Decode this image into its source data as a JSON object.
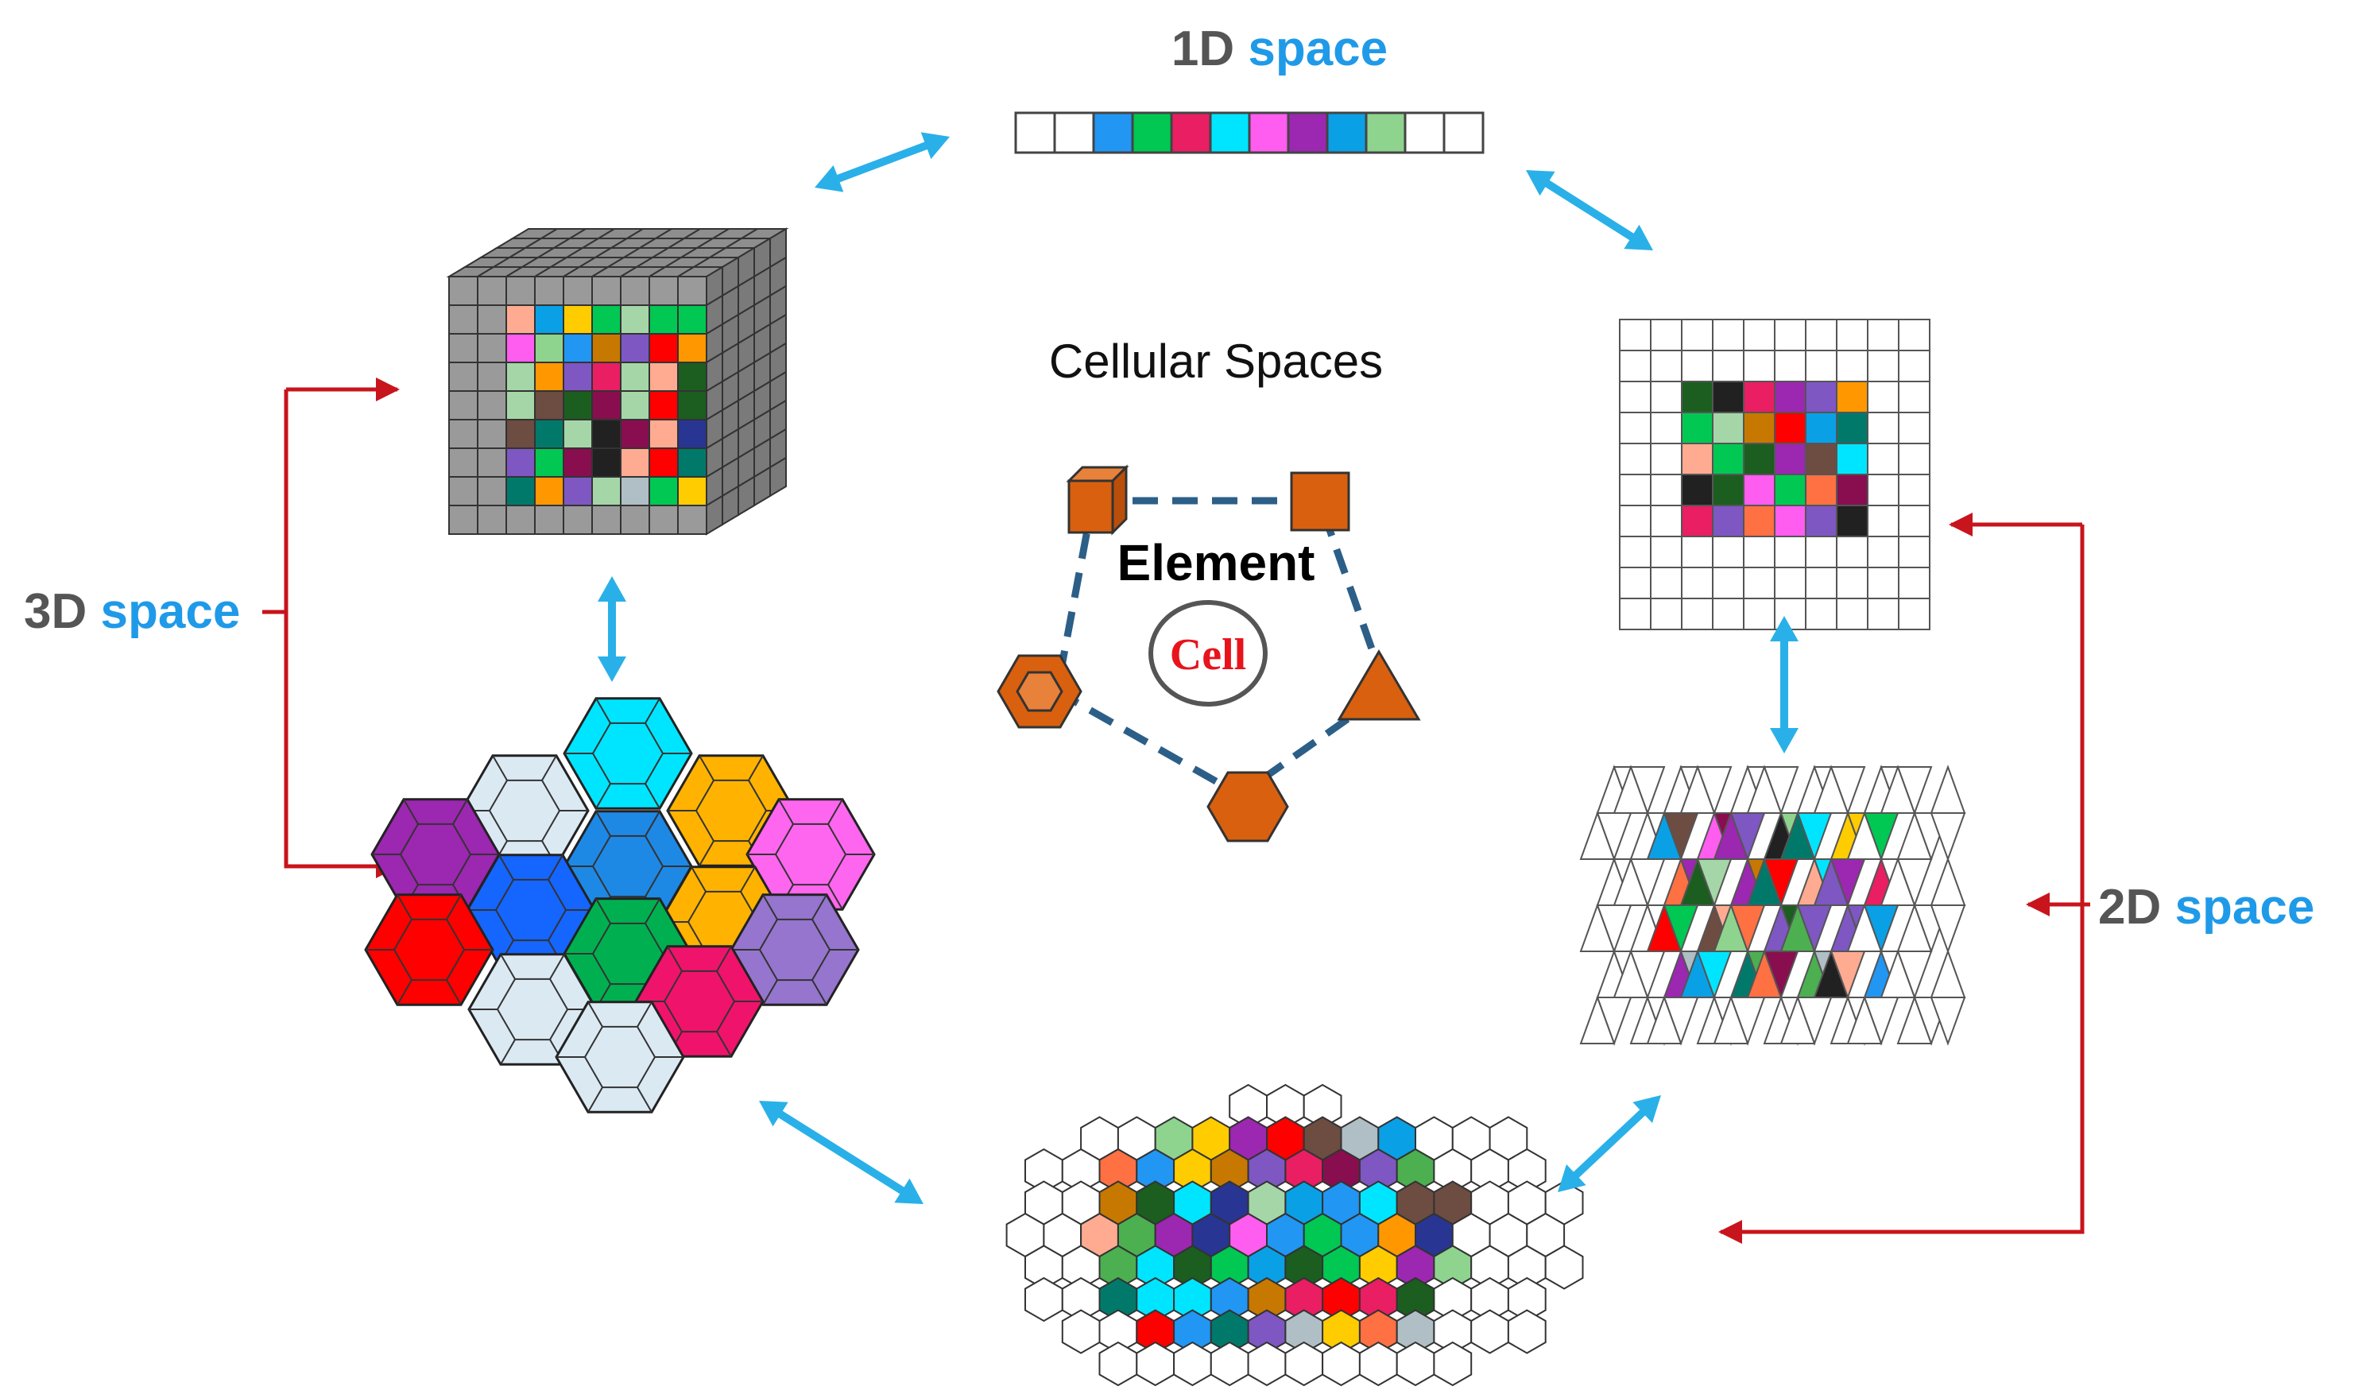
{
  "title": "Cellular Spaces",
  "element_label": "Element",
  "cell_label": "Cell",
  "labels": {
    "one_d": {
      "prefix": "1D",
      "suffix": "space"
    },
    "two_d": {
      "prefix": "2D",
      "suffix": "space"
    },
    "three_d": {
      "prefix": "3D",
      "suffix": "space"
    }
  },
  "colors": {
    "label_gray": "#555555",
    "label_blue": "#1f9ae8",
    "arrow_blue": "#2ab0e8",
    "bracket_red": "#c8141c",
    "element_orange": "#d9600f",
    "element_dash": "#2c5f88",
    "cell_red": "#e8141c",
    "cube_gray": "#9a9a9a"
  },
  "palette": [
    "#2196f3",
    "#00c853",
    "#e91e63",
    "#00e5ff",
    "#ff5cf0",
    "#9c27b0",
    "#0aa0e6",
    "#8ed48e",
    "#ffcc00",
    "#ff0000",
    "#7e57c2",
    "#1b5e20",
    "#ff9800",
    "#212121",
    "#c77800",
    "#ffab91",
    "#6d4c41",
    "#b0bec5",
    "#00796b",
    "#283593",
    "#4caf50",
    "#a5d6a7",
    "#ff7043",
    "#880e4f"
  ],
  "element_shapes": [
    "cube-icon",
    "square-icon",
    "triangle-icon",
    "hexagon-icon",
    "nested-hexagon-icon"
  ]
}
